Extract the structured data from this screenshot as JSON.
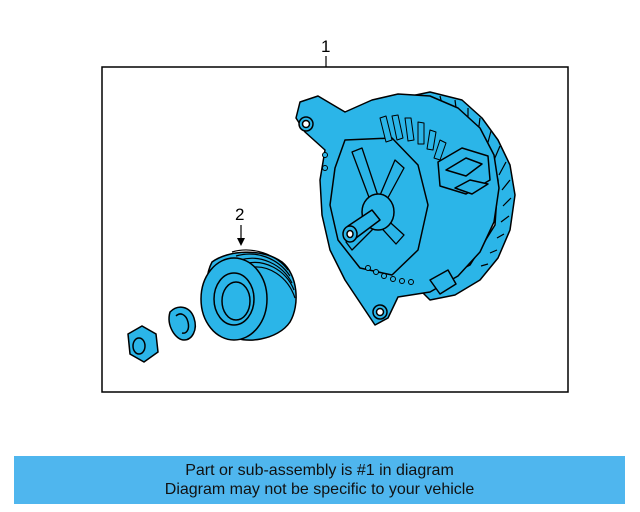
{
  "diagram": {
    "callouts": [
      {
        "number": "1",
        "part": "alternator-assembly"
      },
      {
        "number": "2",
        "part": "pulley"
      }
    ],
    "fill_color": "#2bb5e8",
    "stroke_color": "#000000"
  },
  "banner": {
    "line1": "Part or sub-assembly is #1 in diagram",
    "line2": "Diagram may not be specific to your vehicle",
    "background": "#4fb6ee"
  }
}
